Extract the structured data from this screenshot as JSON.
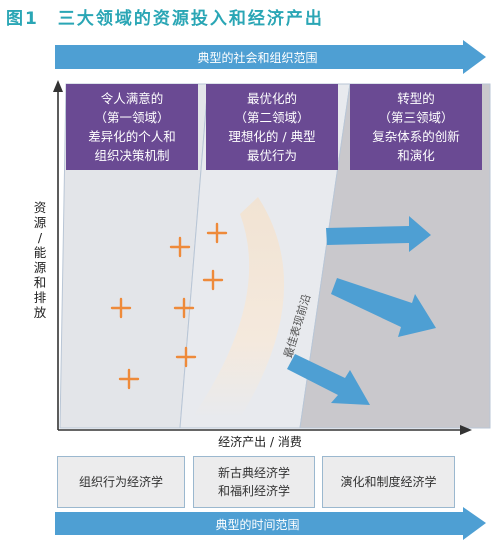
{
  "figure": {
    "title": "图1　三大领域的资源投入和经济产出"
  },
  "top_bar": {
    "label": "典型的社会和组织范围"
  },
  "bottom_bar": {
    "label": "典型的时间范围"
  },
  "domains": [
    {
      "lines": [
        "令人满意的",
        "（第一领域）",
        "差异化的个人和",
        "组织决策机制"
      ]
    },
    {
      "lines": [
        "最优化的",
        "（第二领域）",
        "理想化的 / 典型",
        "最优行为"
      ]
    },
    {
      "lines": [
        "转型的",
        "（第三领域）",
        "复杂体系的创新",
        "和演化"
      ]
    }
  ],
  "axes": {
    "y_label": [
      "资",
      "源",
      "/",
      "能",
      "源",
      "和",
      "排",
      "放"
    ],
    "x_label": "经济产出 / 消费"
  },
  "frontier_label": "最佳表现前沿",
  "fields": [
    {
      "lines": [
        "组织行为经济学"
      ]
    },
    {
      "lines": [
        "新古典经济学",
        "和福利经济学"
      ]
    },
    {
      "lines": [
        "演化和制度经济学"
      ]
    }
  ],
  "colors": {
    "title": "#2aa6b5",
    "bar": "#4e9fd3",
    "domain_box": "#6a4a93",
    "plus_marker": "#ee8a3a",
    "arrow": "#4e9fd3",
    "frontier_band": "#f5e9dc",
    "region_light": "#e2e5e9",
    "region_dark": "#c8c7cb"
  }
}
